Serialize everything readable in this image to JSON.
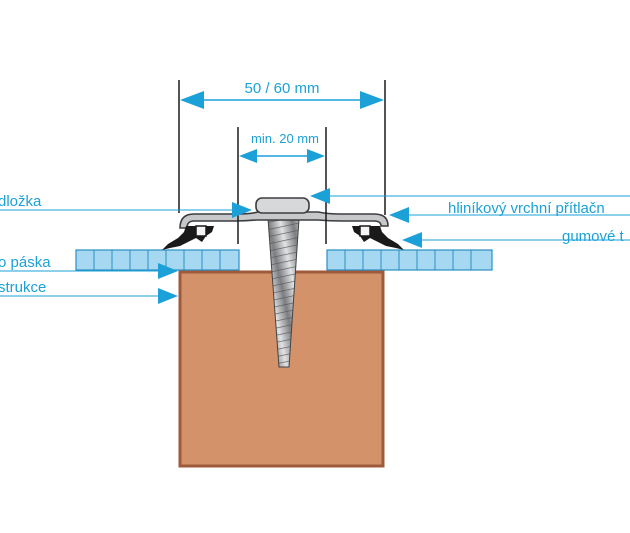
{
  "dimensions": {
    "overall_width": "50 / 60 mm",
    "min_gap": "min. 20 mm"
  },
  "labels": {
    "left_upper": "dložka",
    "left_middle": "o páska",
    "left_lower": "strukce",
    "right_upper": "hliníkový vrchní přítlačn",
    "right_lower": "gumové t"
  },
  "colors": {
    "accent": "#1ba1d8",
    "wood": "#d3926a",
    "wood_border": "#9f5a3b",
    "panel_fill": "#a6d8f2",
    "profile_gray": "#c6c8ca",
    "rubber_black": "#1a1a1a"
  }
}
